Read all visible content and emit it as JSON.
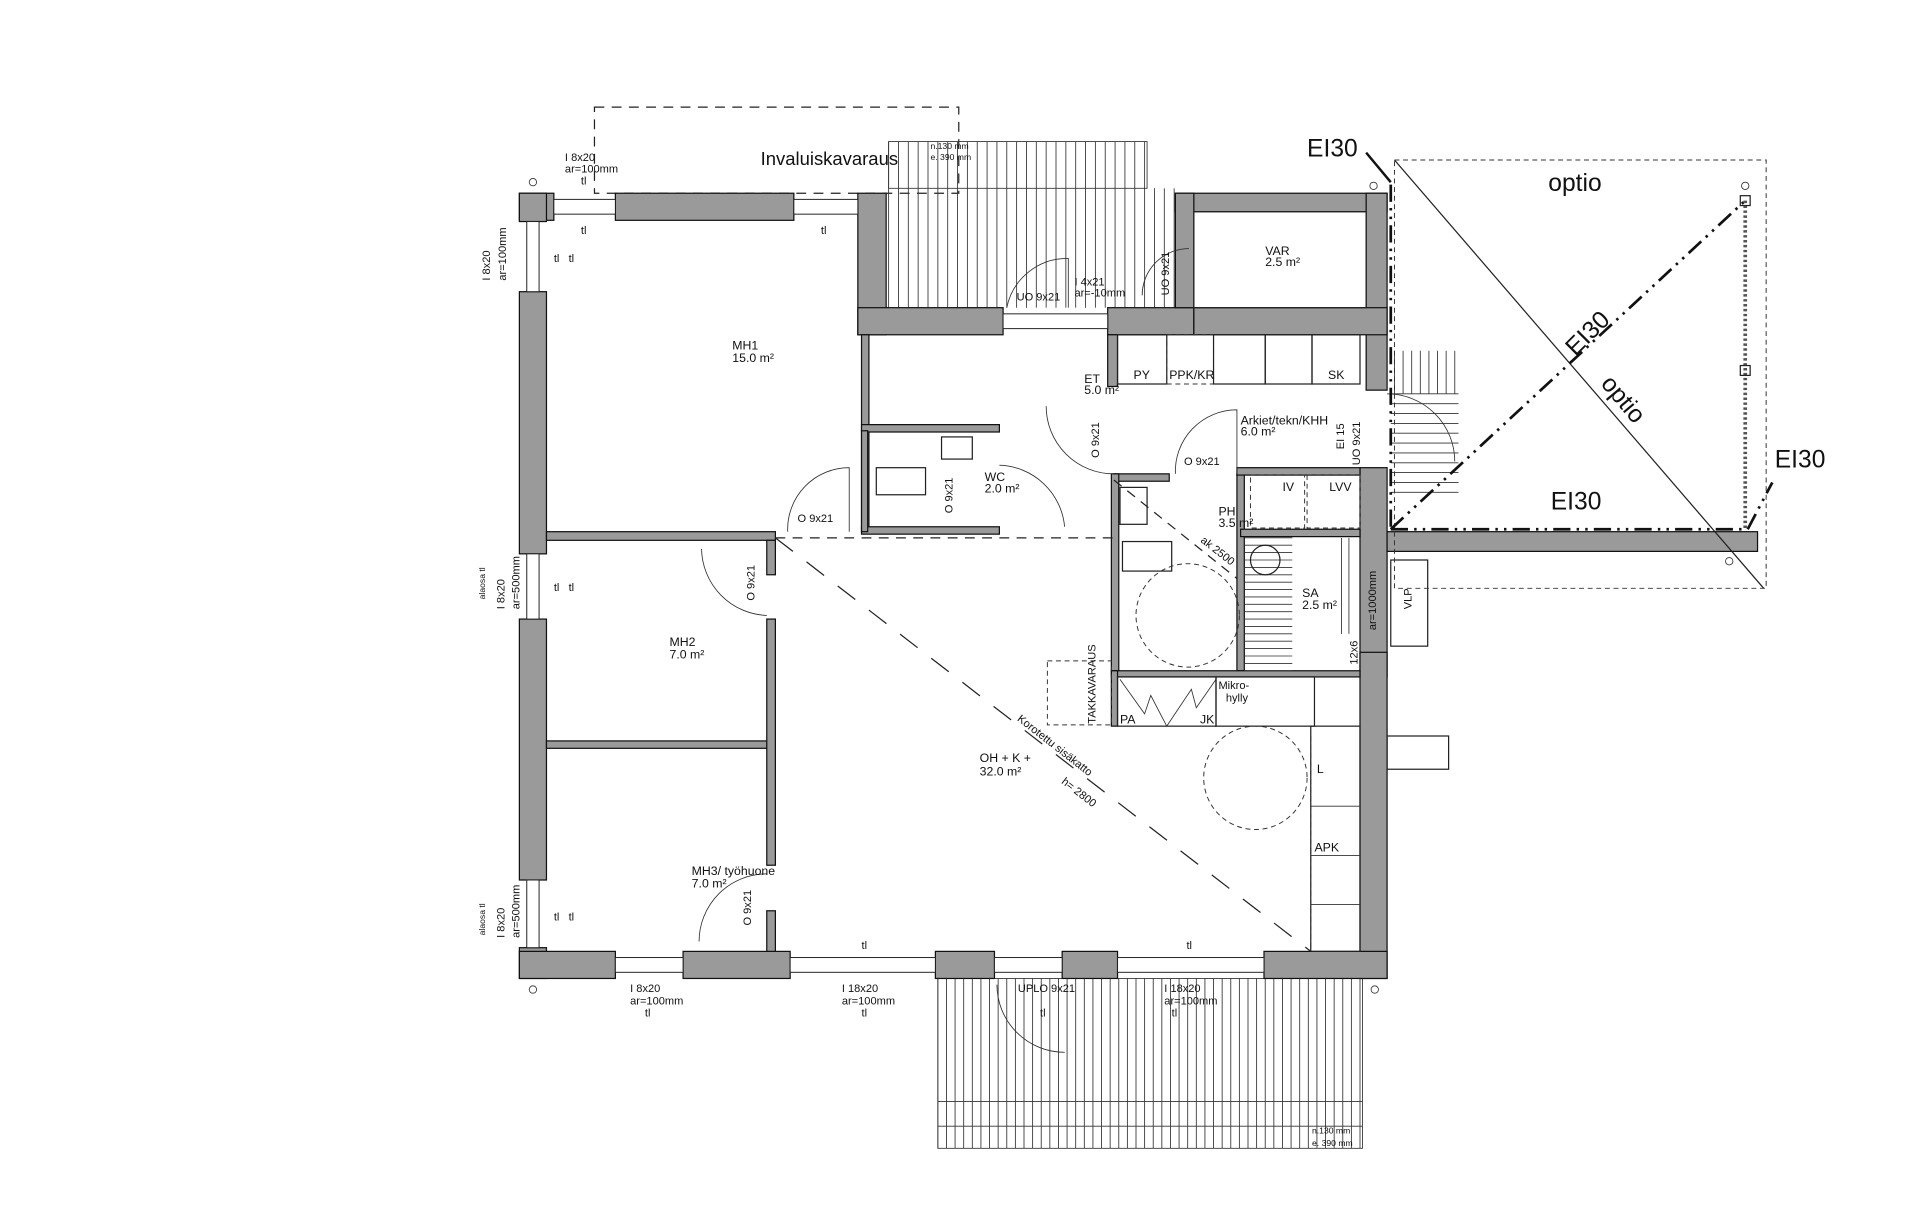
{
  "title_ramp": "Invaluiskavaraus",
  "rooms": {
    "mh1": {
      "name": "MH1",
      "area": "15.0 m²"
    },
    "mh2": {
      "name": "MH2",
      "area": "7.0 m²"
    },
    "mh3": {
      "name": "MH3/ työhuone",
      "area": "7.0 m²"
    },
    "et": {
      "name": "ET",
      "area": "5.0 m²"
    },
    "wc": {
      "name": "WC",
      "area": "2.0 m²"
    },
    "var": {
      "name": "VAR",
      "area": "2.5 m²"
    },
    "arkiet": {
      "name": "Arkiet/tekn/KHH",
      "area": "6.0 m²"
    },
    "ph": {
      "name": "PH",
      "area": "3.5 m²"
    },
    "sa": {
      "name": "SA",
      "area": "2.5 m²"
    },
    "oh": {
      "name": "OH + K +",
      "area": "32.0 m²"
    }
  },
  "doors": {
    "uo_entry": "UO 9x21",
    "uo_var": "UO 9x21",
    "i4x21": "I 4x21",
    "i4x21_ar": "ar=-10mm",
    "o_et": "O 9x21",
    "o_wc": "O 9x21",
    "o_mh1": "O 9x21",
    "o_arkiet": "O 9x21",
    "o_mh2": "O 9x21",
    "o_mh3": "O 9x21",
    "ei15": "EI 15",
    "uo_side": "UO 9x21",
    "uplo": "UPLO 9x21"
  },
  "windows": {
    "top_left": {
      "size": "I 8x20",
      "ar": "ar=100mm"
    },
    "left_top": {
      "size": "I 8x20",
      "ar": "ar=100mm"
    },
    "left_mid": {
      "size": "I 8x20",
      "ar": "ar=500mm",
      "note": "alaosa tl"
    },
    "left_bot": {
      "size": "I 8x20",
      "ar": "ar=500mm",
      "note": "alaosa tl"
    },
    "bottom_1": {
      "size": "I 8x20",
      "ar": "ar=100mm"
    },
    "bottom_2": {
      "size": "I 18x20",
      "ar": "ar=100mm"
    },
    "bottom_3": {
      "size": "I 18x20",
      "ar": "ar=100mm"
    },
    "tl": "tl"
  },
  "fixtures": {
    "py": "PY",
    "ppk": "PPK/KR",
    "sk": "SK",
    "iv": "IV",
    "lvv": "LVV",
    "pa": "PA",
    "jk": "JK",
    "mikro": "Mikro-",
    "hylly": "hylly",
    "l": "L",
    "apk": "APK",
    "vlp": "VLP",
    "takka": "TAKKAVARAUS",
    "ak": "ak 2500",
    "sa_ar": "ar=1000mm",
    "sa_12": "12x6"
  },
  "ceiling": {
    "label": "Korotettu sisäkatto",
    "height": "h= 2800"
  },
  "stairs": {
    "rise": "n.130 mm",
    "run": "e. 390 mm"
  },
  "option": {
    "optio_top": "optio",
    "optio_diag": "optio",
    "ei30_a": "EI30",
    "ei30_b": "EI30",
    "ei30_c": "EI30",
    "ei30_d": "EI30"
  }
}
